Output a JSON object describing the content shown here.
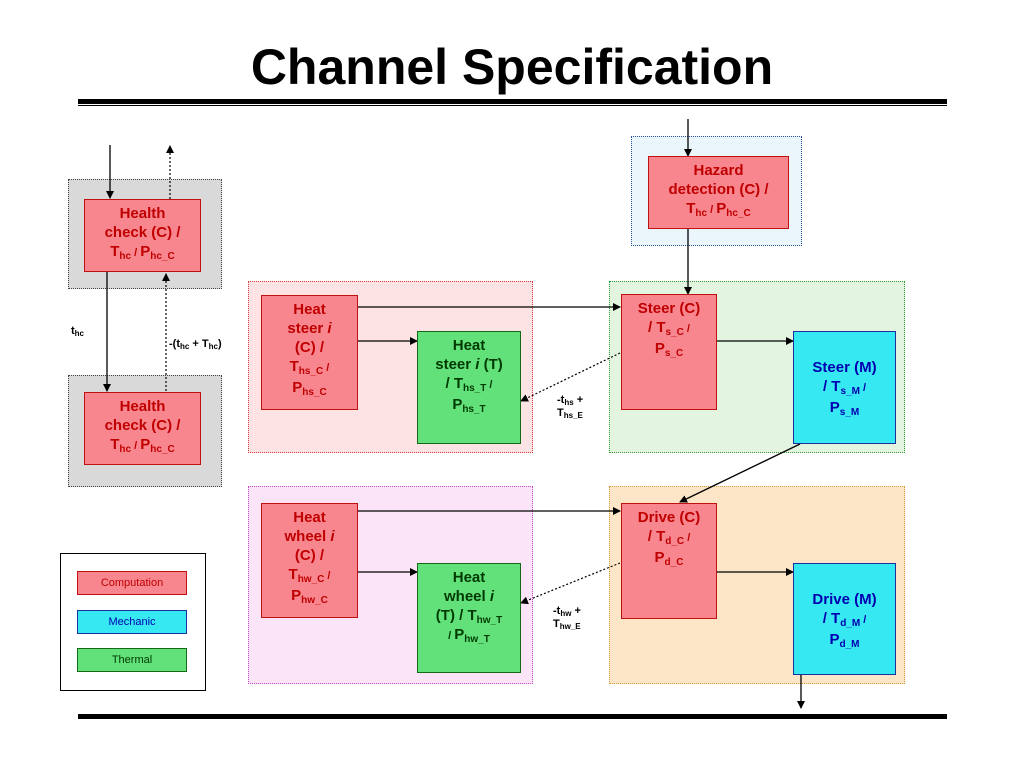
{
  "title": "Channel Specification",
  "boxes": {
    "health1": {
      "name": "Health",
      "l2": "check (C) /",
      "t": "T",
      "t_sub": "hc",
      "sep": " / ",
      "p": "P",
      "p_sub": "hc_C"
    },
    "health2": {
      "name": "Health",
      "l2": "check (C) /",
      "t": "T",
      "t_sub": "hc",
      "sep": " / ",
      "p": "P",
      "p_sub": "hc_C"
    },
    "hazard": {
      "l1": "Hazard",
      "l2": "detection (C) /",
      "t": "T",
      "t_sub": "hc",
      "sep": " / ",
      "p": "P",
      "p_sub": "hc_C"
    },
    "heat_steer_c": {
      "l1": "Heat",
      "l2a": "steer ",
      "l2b": "i",
      "l3": "(C) /",
      "t": "T",
      "t_sub": "hs_C",
      "sep": " /",
      "p": "P",
      "p_sub": "hs_C"
    },
    "heat_steer_t": {
      "l1": "Heat",
      "l2a": "steer ",
      "l2b": "i",
      "l2c": " (T)",
      "l3a": "/ T",
      "t_sub": "hs_T",
      "sep": " /",
      "p": "P",
      "p_sub": "hs_T"
    },
    "steer_c": {
      "l1": "Steer (C)",
      "l2a": "/ T",
      "t_sub": "s_C",
      "sep": " /",
      "p": "P",
      "p_sub": "s_C"
    },
    "steer_m": {
      "l1": "Steer (M)",
      "l2a": "/ T",
      "t_sub": "s_M",
      "sep": " /",
      "p": "P",
      "p_sub": "s_M"
    },
    "heat_wheel_c": {
      "l1": "Heat",
      "l2a": "wheel ",
      "l2b": "i",
      "l3": "(C) /",
      "t": "T",
      "t_sub": "hw_C",
      "sep": " /",
      "p": "P",
      "p_sub": "hw_C"
    },
    "heat_wheel_t": {
      "l1": "Heat",
      "l2a": "wheel ",
      "l2b": "i",
      "l3a": "(T) / T",
      "t_sub": "hw_T",
      "sep": "/ ",
      "p": "P",
      "p_sub": "hw_T"
    },
    "drive_c": {
      "l1": "Drive (C)",
      "l2a": "/ T",
      "t_sub": "d_C",
      "sep": " /",
      "p": "P",
      "p_sub": "d_C"
    },
    "drive_m": {
      "l1": "Drive (M)",
      "l2a": "/ T",
      "t_sub": "d_M",
      "sep": " /",
      "p": "P",
      "p_sub": "d_M"
    }
  },
  "labels": {
    "thc": {
      "t": "t",
      "sub": "hc"
    },
    "hc_back": {
      "a": "-(t",
      "sub1": "hc",
      "b": " + T",
      "sub2": "hc",
      "c": ")"
    },
    "hs": {
      "a": "-t",
      "sub1": "hs",
      "b": " +",
      "c": "T",
      "sub2": "hs_E"
    },
    "hw": {
      "a": "-t",
      "sub1": "hw",
      "b": " +",
      "c": "T",
      "sub2": "hw_E"
    }
  },
  "legend": [
    {
      "label": "Computation"
    },
    {
      "label": "Mechanic"
    },
    {
      "label": "Thermal"
    }
  ],
  "colors": {
    "computation": "#f7868f",
    "mechanic": "#36e8f2",
    "thermal": "#62e07a",
    "computation_text": "#c00000",
    "mechanic_text": "#0000b0"
  }
}
